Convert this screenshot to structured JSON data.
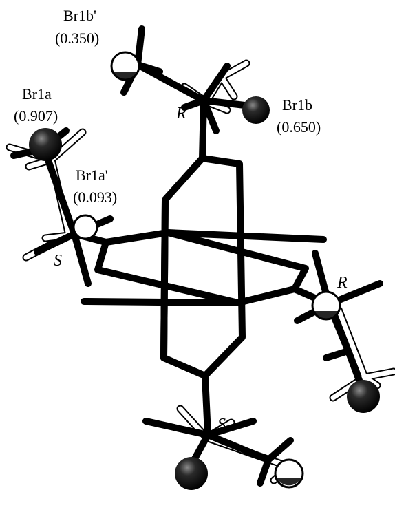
{
  "labels": {
    "br1b_prime": {
      "name": "Br1b'",
      "occupancy": "(0.350)"
    },
    "br1b": {
      "name": "Br1b",
      "occupancy": "(0.650)"
    },
    "br1a": {
      "name": "Br1a",
      "occupancy": "(0.907)"
    },
    "br1a_prime": {
      "name": "Br1a'",
      "occupancy": "(0.093)"
    }
  },
  "stereo": {
    "top": "R",
    "left": "S",
    "right": "R",
    "bottom": "S"
  },
  "colors": {
    "major_bond": "#000000",
    "minor_bond_fill": "#ffffff",
    "atom_dark": "#111111",
    "atom_light": "#ffffff"
  }
}
